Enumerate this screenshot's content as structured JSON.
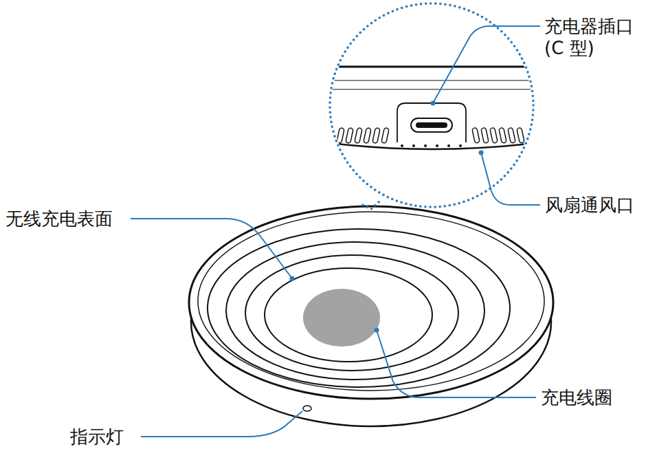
{
  "diagram": {
    "labels": [
      "充电器插口 (C 型)",
      "风扇通风口",
      "无线充电表面",
      "充电线圈",
      "指示灯"
    ]
  }
}
